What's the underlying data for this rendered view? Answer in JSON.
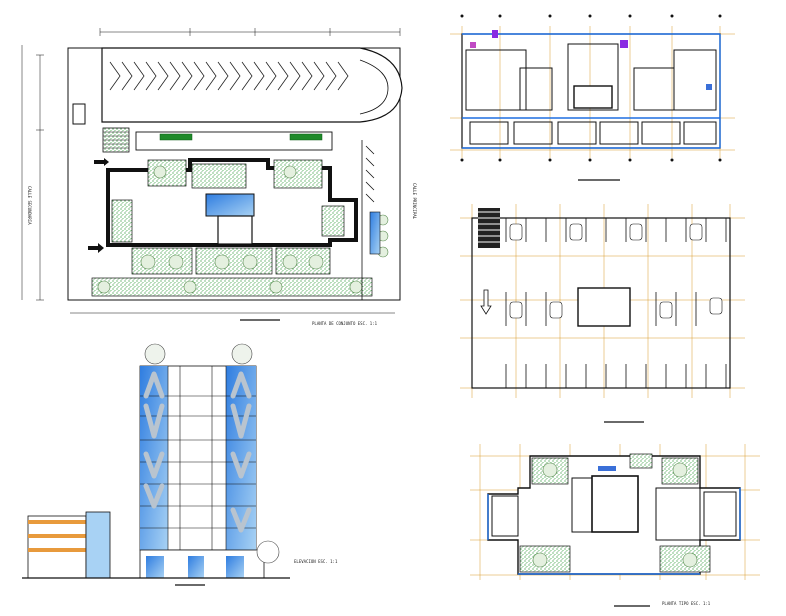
{
  "drawing": {
    "site_plan": {
      "caption": "PLANTA DE CONJUNTO ESC. 1:1",
      "street_left": "CALLE SECUNDARIA",
      "street_right": "CALLE PRINCIPAL"
    },
    "elevation": {
      "caption": "ELEVACION ESC. 1:1"
    },
    "typical_plan": {
      "caption": "PLANTA TIPO ESC. 1:1"
    },
    "colors": {
      "line": "#111111",
      "dimension": "#d89a2a",
      "glass_blue": "#2f7de0",
      "sky_blue": "#7fb8ea",
      "planting_green": "#1f8a2a",
      "facade_orange": "#e89a3c"
    }
  }
}
